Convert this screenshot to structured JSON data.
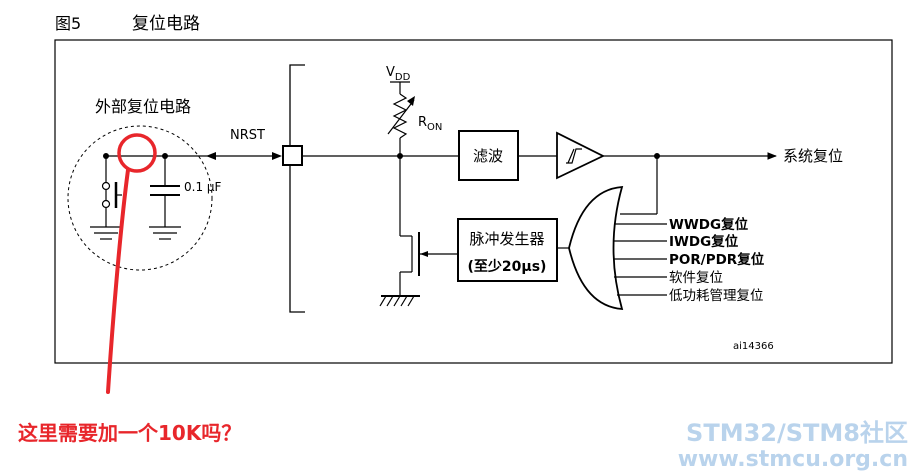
{
  "figure": {
    "number": "图5",
    "title": "复位电路"
  },
  "circuit": {
    "ext_reset_label": "外部复位电路",
    "cap_label": "0.1 μF",
    "nrst_label": "NRST",
    "vdd_label": "V",
    "vdd_sub": "DD",
    "ron_label": "R",
    "ron_sub": "ON",
    "filter_label": "滤波",
    "system_reset_label": "系统复位",
    "pulse_gen_line1": "脉冲发生器",
    "pulse_gen_line2": "(至少20μs)",
    "reset_sources": [
      "WWDG复位",
      "IWDG复位",
      "POR/PDR复位",
      "软件复位",
      "低功耗管理复位"
    ],
    "ref_code": "ai14366"
  },
  "annotation": {
    "question": "这里需要加一个10K吗？",
    "color": "#e8262b"
  },
  "watermark": {
    "line1": "STM32/STM8社区",
    "line2": "www.stmcu.org.cn",
    "color": "#b9d3ec"
  }
}
